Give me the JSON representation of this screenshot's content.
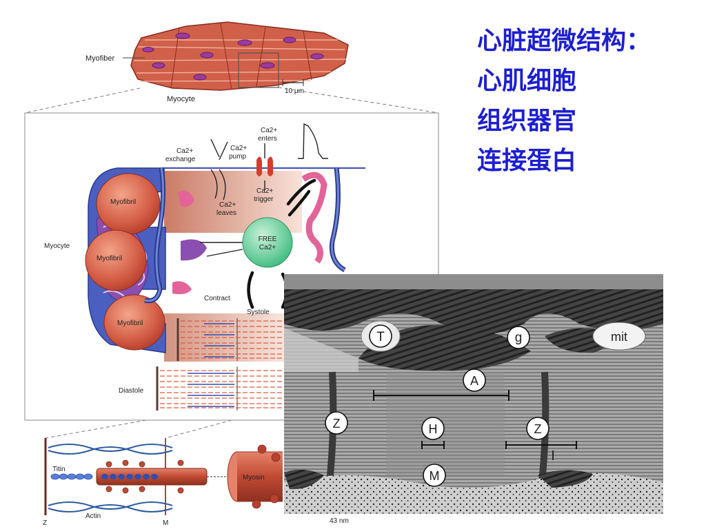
{
  "title_lines": [
    "心脏超微结构：",
    "心肌细胞",
    "组织器官",
    "连接蛋白"
  ],
  "diagram": {
    "myofiber": "Myofiber",
    "myocyte_top": "Myocyte",
    "scale_bar": "10 μm",
    "ca_exchange_1": "Ca2+",
    "ca_exchange_2": "exchange",
    "ca_pump_1": "Ca2+",
    "ca_pump_2": "pump",
    "ca_enters_1": "Ca2+",
    "ca_enters_2": "enters",
    "ca_trigger_1": "Ca2+",
    "ca_trigger_2": "trigger",
    "ca_leaves_1": "Ca2+",
    "ca_leaves_2": "leaves",
    "free_1": "FREE",
    "free_2": "Ca2+",
    "myofibril_1": "Myofibril",
    "myofibril_2": "Myofibril",
    "myofibril_3": "Myofibril",
    "myocyte_side": "Myocyte",
    "contract": "Contract",
    "systole": "Systole",
    "diastole": "Diastole",
    "titin": "Titin",
    "actin": "Actin",
    "z": "Z",
    "m": "M",
    "myosin": "Myosin",
    "nm": "43 nm"
  },
  "micrograph": {
    "labels": [
      "T",
      "g",
      "mit",
      "A",
      "Z",
      "H",
      "Z",
      "I",
      "M"
    ]
  }
}
